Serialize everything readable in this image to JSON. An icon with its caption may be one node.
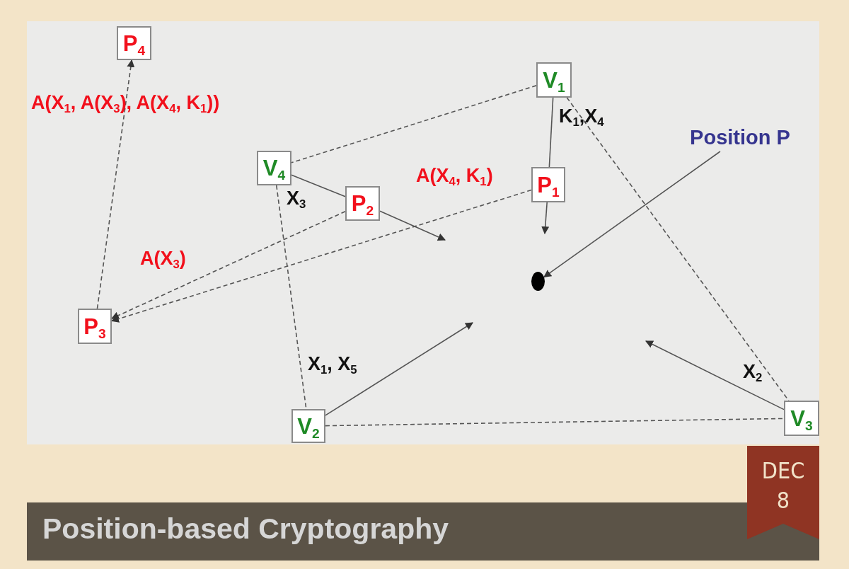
{
  "diagram": {
    "title": "Position-based Cryptography",
    "nodes": [
      {
        "text": [
          "P$_{4}$"
        ]
      },
      {
        "text": [
          "V$_{1}$"
        ]
      },
      {
        "text": [
          "V$_{4}$"
        ]
      },
      {
        "text": [
          "P$_{2}$"
        ]
      },
      {
        "text": [
          "P$_{1}$"
        ]
      },
      {
        "text": [
          "P$_{3}$"
        ]
      },
      {
        "text": [
          "V$_{2}$"
        ]
      },
      {
        "text": [
          "V$_{3}$"
        ]
      },
      {
        "text": [
          "Position P"
        ]
      },
      {
        "text": [],
        "shape": "circle"
      }
    ],
    "edges": [
      {
        "from": 5,
        "to": 0,
        "arrow": "to",
        "style": "dashed"
      },
      {
        "from": 1,
        "to": 2,
        "arrow": "none",
        "style": "dashed"
      },
      {
        "from": 1,
        "to": 4,
        "arrow": "none"
      },
      {
        "from": 1,
        "to": 7,
        "arrow": "none",
        "style": "dashed"
      },
      {
        "from": 4,
        "to": null,
        "arrow": "to"
      },
      {
        "from": 2,
        "to": 3,
        "arrow": "none"
      },
      {
        "from": 3,
        "to": null,
        "arrow": "to"
      },
      {
        "from": 3,
        "to": 5,
        "arrow": "to",
        "style": "dashed"
      },
      {
        "from": 4,
        "to": 5,
        "arrow": "to",
        "style": "dashed"
      },
      {
        "from": 2,
        "to": 6,
        "arrow": "none",
        "style": "dashed"
      },
      {
        "from": 6,
        "to": null,
        "arrow": "to"
      },
      {
        "from": 6,
        "to": 7,
        "arrow": "none",
        "style": "dashed"
      },
      {
        "from": 7,
        "to": null,
        "arrow": "to"
      },
      {
        "from": 8,
        "to": 9,
        "arrow": "to"
      }
    ],
    "labels": [
      "A(X$_{1}$, A(X$_{3}$), A(X$_{4}$, K$_{1}$))",
      "K$_{1}$,X$_{4}$",
      "X$_{3}$",
      "A(X$_{4}$, K$_{1}$)",
      "A(X$_{3}$)",
      "X$_{1}$, X$_{5}$",
      "X$_{2}$",
      "DEC",
      "8"
    ]
  }
}
